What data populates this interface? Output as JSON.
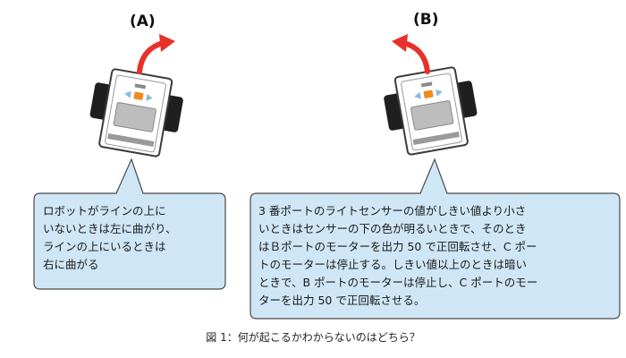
{
  "labels": {
    "a": "(A)",
    "b": "(B)"
  },
  "bubble_a": {
    "lines": [
      "ロボットがラインの上に",
      "いないときは左に曲がり、",
      "ラインの上にいるときは",
      "右に曲がる"
    ]
  },
  "bubble_b": {
    "lines": [
      "3 番ポートのライトセンサーの値がしきい値より小さ",
      "いときはセンサーの下の色が明るいときで、そのとき",
      "はＢポートのモーターを出力 50 で正回転させ、C ポー",
      "トのモーターは停止する。しきい値以上のときは暗い",
      "ときで、B ポートのモーターは停止し、C ポートのモー",
      "ターを出力 50 で正回転させる。"
    ]
  },
  "caption": "図 1：何が起こるかわからないのはどちら？",
  "colors": {
    "bubble_fill": "#cfe6f6",
    "bubble_stroke": "#4a4a4a",
    "arrow": "#e8312a",
    "robot_body": "#ffffff",
    "robot_dark": "#3b3b3b",
    "wheel": "#1f1f1f",
    "sensor": "#f08a1c",
    "indicator": "#8ab8d8"
  }
}
